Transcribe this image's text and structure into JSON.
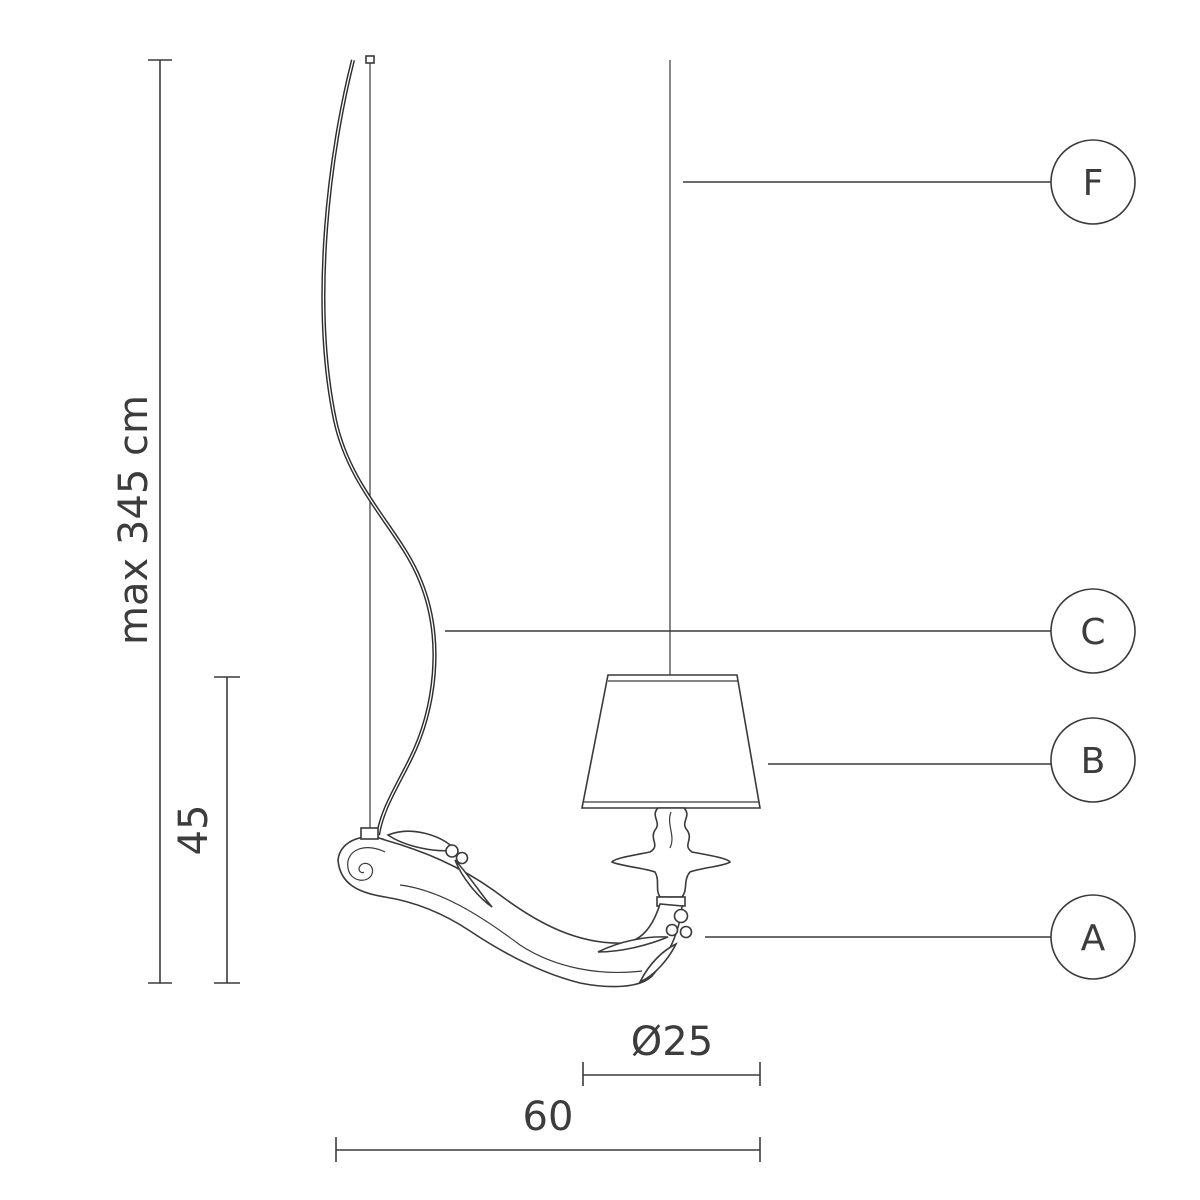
{
  "dimensions": {
    "total_height": "max 345 cm",
    "body_height": "45",
    "shade_diameter": "Ø25",
    "total_width": "60"
  },
  "callouts": {
    "f": "F",
    "c": "C",
    "b": "B",
    "a": "A"
  }
}
